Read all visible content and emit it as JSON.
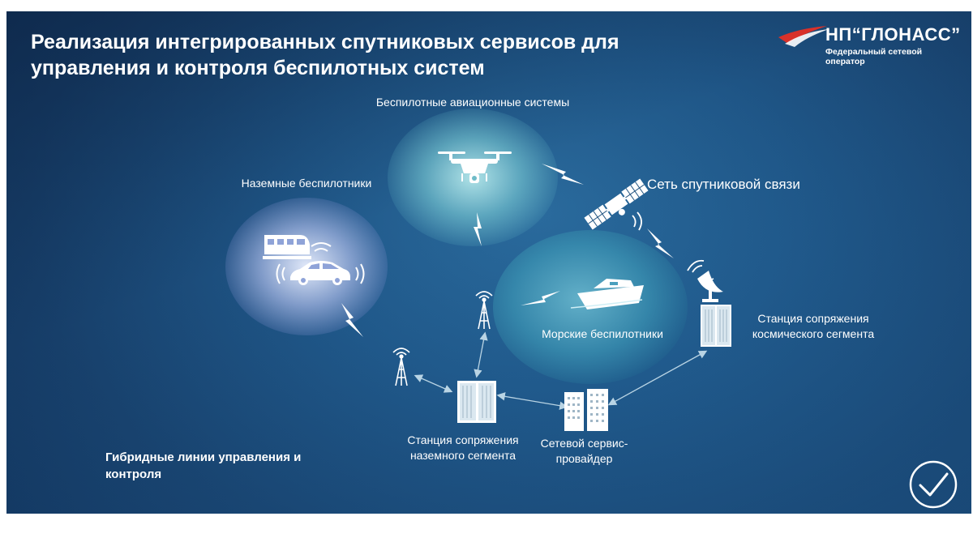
{
  "title": "Реализация интегрированных спутниковых сервисов для управления и контроля беспилотных систем",
  "logo": {
    "name": "НП“ГЛОНАСС”",
    "subtitle": "Федеральный сетевой оператор"
  },
  "nodes": {
    "aerial": "Беспилотные авиационные системы",
    "ground": "Наземные беспилотники",
    "satellite": "Сеть спутниковой связи",
    "marine": "Морские беспилотники",
    "space_station": "Станция сопряжения космического сегмента",
    "ground_station": "Станция сопряжения наземного сегмента",
    "provider": "Сетевой сервис-провайдер",
    "hybrid": "Гибридные линии управления и контроля"
  },
  "icons": [
    "drone-icon",
    "train-icon",
    "car-icon",
    "boat-icon",
    "satellite-icon",
    "dish-antenna-icon",
    "radio-tower-icon",
    "server-rack-icon",
    "buildings-icon",
    "lightning-link-icon",
    "checkmark-icon",
    "glonass-logo-icon"
  ],
  "colors": {
    "background_dark": "#11325a",
    "background_light": "#2a6a9c",
    "text": "#ffffff",
    "logo_red": "#d8312a"
  }
}
